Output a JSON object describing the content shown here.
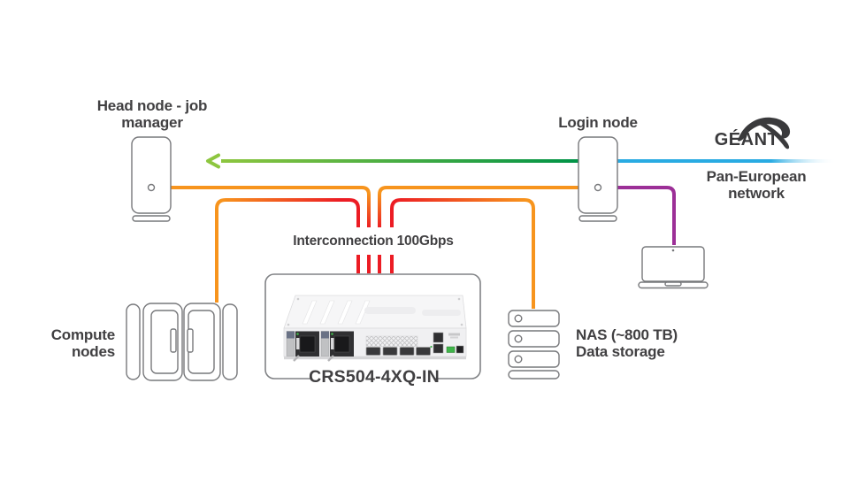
{
  "diagram": {
    "head_node": {
      "line1": "Head node - job",
      "line2": "manager"
    },
    "login_node": {
      "label": "Login node"
    },
    "geant": {
      "wordmark": "GÉANT",
      "network_line1": "Pan-European",
      "network_line2": "network"
    },
    "interconnect_label": "Interconnection 100Gbps",
    "switch_model": "CRS504-4XQ-IN",
    "compute_nodes": {
      "line1": "Compute",
      "line2": "nodes"
    },
    "nas": {
      "line1": "NAS (~800 TB)",
      "line2": "Data storage"
    }
  },
  "links": [
    {
      "id": "geant-to-login",
      "from": "Pan-European network",
      "to": "Login node",
      "color_name": "blue"
    },
    {
      "id": "login-to-head",
      "from": "Login node",
      "to": "Head node - job manager",
      "color_name": "green gradient",
      "style": "arrow-left"
    },
    {
      "id": "head-to-switch",
      "from": "Head node",
      "to": "CRS504-4XQ-IN",
      "color_name": "orange fading to red"
    },
    {
      "id": "login-to-switch",
      "from": "Login node",
      "to": "CRS504-4XQ-IN",
      "color_name": "orange fading to red"
    },
    {
      "id": "compute-to-switch",
      "from": "Compute nodes",
      "to": "CRS504-4XQ-IN",
      "color_name": "orange fading to red"
    },
    {
      "id": "nas-to-switch",
      "from": "NAS Data storage",
      "to": "CRS504-4XQ-IN",
      "color_name": "orange fading to red"
    },
    {
      "id": "login-to-laptop",
      "from": "Login node",
      "to": "laptop",
      "color_name": "purple"
    }
  ],
  "colors": {
    "orange": "#F7941D",
    "red": "#EC1C24",
    "green_dark": "#009347",
    "green_light": "#8DC63F",
    "blue": "#29ABE2",
    "purple": "#9C2F97",
    "text": "#414042",
    "icon_stroke": "#77787B",
    "box_stroke": "#808285",
    "led_green": "#3FB54A",
    "logo_dark": "#3A3A3C"
  }
}
